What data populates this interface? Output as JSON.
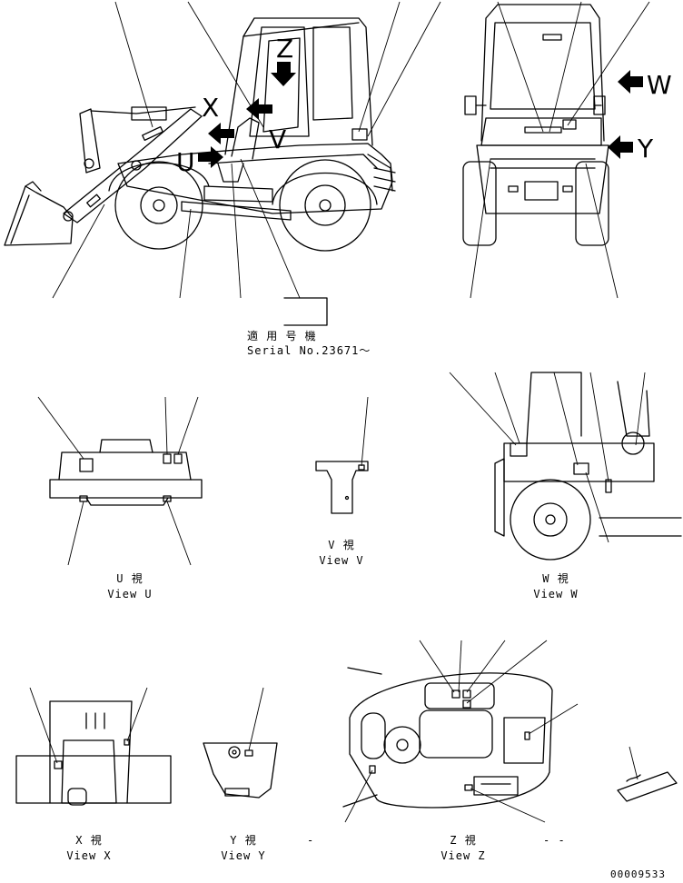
{
  "serial": {
    "jp": "適 用 号 機",
    "en": "Serial No.23671～"
  },
  "views": [
    {
      "key": "u",
      "jp": "U  視",
      "en": "View U"
    },
    {
      "key": "v",
      "jp": "V  視",
      "en": "View V"
    },
    {
      "key": "w",
      "jp": "W  視",
      "en": "View W"
    },
    {
      "key": "x",
      "jp": "X  視",
      "en": "View X"
    },
    {
      "key": "y",
      "jp": "Y  視",
      "en": "View Y"
    },
    {
      "key": "z",
      "jp": "Z  視",
      "en": "View Z"
    }
  ],
  "arrow_letters": {
    "z": "Z",
    "x": "X",
    "v": "V",
    "u": "U",
    "w": "W",
    "y": "Y"
  },
  "stray_marks": {
    "y": "-",
    "z": "- -"
  },
  "drawing_number": "00009533",
  "arrow_icon": "arrow-icon"
}
